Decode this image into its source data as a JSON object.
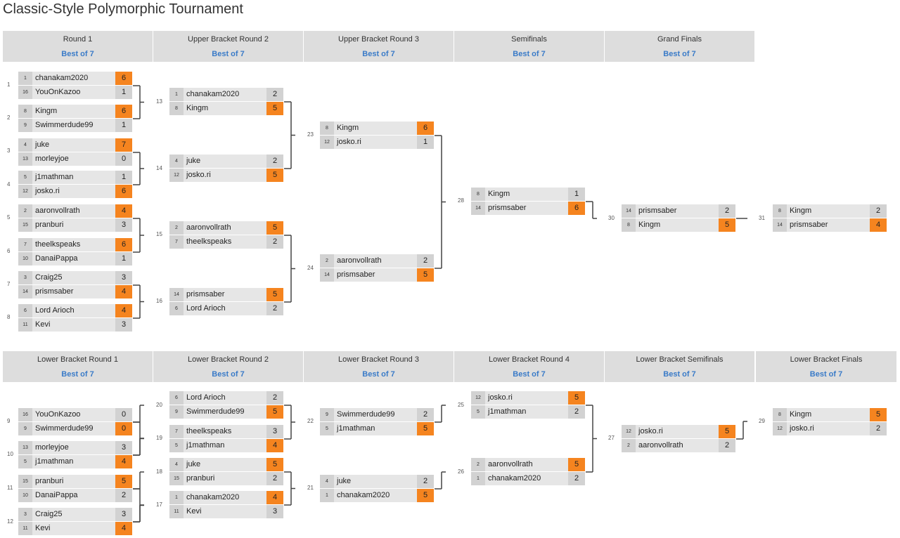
{
  "page": {
    "title": "Classic-Style Polymorphic Tournament",
    "best_of": "Best of 7",
    "win_color": "#f5841f",
    "header_bg": "#dddddd",
    "link_color": "#3a7bc8"
  },
  "upper_rounds": [
    "Round 1",
    "Upper Bracket Round 2",
    "Upper Bracket Round 3",
    "Semifinals",
    "Grand Finals"
  ],
  "lower_rounds": [
    "Lower Bracket Round 1",
    "Lower Bracket Round 2",
    "Lower Bracket Round 3",
    "Lower Bracket Round 4",
    "Lower Bracket Semifinals",
    "Lower Bracket Finals"
  ],
  "matches": [
    {
      "id": "1",
      "players": [
        {
          "seed": "1",
          "name": "chanakam2020",
          "score": "6",
          "win": true
        },
        {
          "seed": "16",
          "name": "YouOnKazoo",
          "score": "1",
          "win": false
        }
      ]
    },
    {
      "id": "2",
      "players": [
        {
          "seed": "8",
          "name": "Kingm",
          "score": "6",
          "win": true
        },
        {
          "seed": "9",
          "name": "Swimmerdude99",
          "score": "1",
          "win": false
        }
      ]
    },
    {
      "id": "3",
      "players": [
        {
          "seed": "4",
          "name": "juke",
          "score": "7",
          "win": true
        },
        {
          "seed": "13",
          "name": "morleyjoe",
          "score": "0",
          "win": false
        }
      ]
    },
    {
      "id": "4",
      "players": [
        {
          "seed": "5",
          "name": "j1mathman",
          "score": "1",
          "win": false
        },
        {
          "seed": "12",
          "name": "josko.ri",
          "score": "6",
          "win": true
        }
      ]
    },
    {
      "id": "5",
      "players": [
        {
          "seed": "2",
          "name": "aaronvollrath",
          "score": "4",
          "win": true
        },
        {
          "seed": "15",
          "name": "pranburi",
          "score": "3",
          "win": false
        }
      ]
    },
    {
      "id": "6",
      "players": [
        {
          "seed": "7",
          "name": "theelkspeaks",
          "score": "6",
          "win": true
        },
        {
          "seed": "10",
          "name": "DanaiPappa",
          "score": "1",
          "win": false
        }
      ]
    },
    {
      "id": "7",
      "players": [
        {
          "seed": "3",
          "name": "Craig25",
          "score": "3",
          "win": false
        },
        {
          "seed": "14",
          "name": "prismsaber",
          "score": "4",
          "win": true
        }
      ]
    },
    {
      "id": "8",
      "players": [
        {
          "seed": "6",
          "name": "Lord Arioch",
          "score": "4",
          "win": true
        },
        {
          "seed": "11",
          "name": "Kevi",
          "score": "3",
          "win": false
        }
      ]
    },
    {
      "id": "13",
      "players": [
        {
          "seed": "1",
          "name": "chanakam2020",
          "score": "2",
          "win": false
        },
        {
          "seed": "8",
          "name": "Kingm",
          "score": "5",
          "win": true
        }
      ]
    },
    {
      "id": "14",
      "players": [
        {
          "seed": "4",
          "name": "juke",
          "score": "2",
          "win": false
        },
        {
          "seed": "12",
          "name": "josko.ri",
          "score": "5",
          "win": true
        }
      ]
    },
    {
      "id": "15",
      "players": [
        {
          "seed": "2",
          "name": "aaronvollrath",
          "score": "5",
          "win": true
        },
        {
          "seed": "7",
          "name": "theelkspeaks",
          "score": "2",
          "win": false
        }
      ]
    },
    {
      "id": "16",
      "players": [
        {
          "seed": "14",
          "name": "prismsaber",
          "score": "5",
          "win": true
        },
        {
          "seed": "6",
          "name": "Lord Arioch",
          "score": "2",
          "win": false
        }
      ]
    },
    {
      "id": "23",
      "players": [
        {
          "seed": "8",
          "name": "Kingm",
          "score": "6",
          "win": true
        },
        {
          "seed": "12",
          "name": "josko.ri",
          "score": "1",
          "win": false
        }
      ]
    },
    {
      "id": "24",
      "players": [
        {
          "seed": "2",
          "name": "aaronvollrath",
          "score": "2",
          "win": false
        },
        {
          "seed": "14",
          "name": "prismsaber",
          "score": "5",
          "win": true
        }
      ]
    },
    {
      "id": "28",
      "players": [
        {
          "seed": "8",
          "name": "Kingm",
          "score": "1",
          "win": false
        },
        {
          "seed": "14",
          "name": "prismsaber",
          "score": "6",
          "win": true
        }
      ]
    },
    {
      "id": "30",
      "players": [
        {
          "seed": "14",
          "name": "prismsaber",
          "score": "2",
          "win": false
        },
        {
          "seed": "8",
          "name": "Kingm",
          "score": "5",
          "win": true
        }
      ]
    },
    {
      "id": "31",
      "players": [
        {
          "seed": "8",
          "name": "Kingm",
          "score": "2",
          "win": false
        },
        {
          "seed": "14",
          "name": "prismsaber",
          "score": "4",
          "win": true
        }
      ]
    },
    {
      "id": "9",
      "players": [
        {
          "seed": "16",
          "name": "YouOnKazoo",
          "score": "0",
          "win": false
        },
        {
          "seed": "9",
          "name": "Swimmerdude99",
          "score": "0",
          "win": true
        }
      ]
    },
    {
      "id": "10",
      "players": [
        {
          "seed": "13",
          "name": "morleyjoe",
          "score": "3",
          "win": false
        },
        {
          "seed": "5",
          "name": "j1mathman",
          "score": "4",
          "win": true
        }
      ]
    },
    {
      "id": "11",
      "players": [
        {
          "seed": "15",
          "name": "pranburi",
          "score": "5",
          "win": true
        },
        {
          "seed": "10",
          "name": "DanaiPappa",
          "score": "2",
          "win": false
        }
      ]
    },
    {
      "id": "12",
      "players": [
        {
          "seed": "3",
          "name": "Craig25",
          "score": "3",
          "win": false
        },
        {
          "seed": "11",
          "name": "Kevi",
          "score": "4",
          "win": true
        }
      ]
    },
    {
      "id": "20",
      "players": [
        {
          "seed": "6",
          "name": "Lord Arioch",
          "score": "2",
          "win": false
        },
        {
          "seed": "9",
          "name": "Swimmerdude99",
          "score": "5",
          "win": true
        }
      ]
    },
    {
      "id": "19",
      "players": [
        {
          "seed": "7",
          "name": "theelkspeaks",
          "score": "3",
          "win": false
        },
        {
          "seed": "5",
          "name": "j1mathman",
          "score": "4",
          "win": true
        }
      ]
    },
    {
      "id": "18",
      "players": [
        {
          "seed": "4",
          "name": "juke",
          "score": "5",
          "win": true
        },
        {
          "seed": "15",
          "name": "pranburi",
          "score": "2",
          "win": false
        }
      ]
    },
    {
      "id": "17",
      "players": [
        {
          "seed": "1",
          "name": "chanakam2020",
          "score": "4",
          "win": true
        },
        {
          "seed": "11",
          "name": "Kevi",
          "score": "3",
          "win": false
        }
      ]
    },
    {
      "id": "22",
      "players": [
        {
          "seed": "9",
          "name": "Swimmerdude99",
          "score": "2",
          "win": false
        },
        {
          "seed": "5",
          "name": "j1mathman",
          "score": "5",
          "win": true
        }
      ]
    },
    {
      "id": "21",
      "players": [
        {
          "seed": "4",
          "name": "juke",
          "score": "2",
          "win": false
        },
        {
          "seed": "1",
          "name": "chanakam2020",
          "score": "5",
          "win": true
        }
      ]
    },
    {
      "id": "25",
      "players": [
        {
          "seed": "12",
          "name": "josko.ri",
          "score": "5",
          "win": true
        },
        {
          "seed": "5",
          "name": "j1mathman",
          "score": "2",
          "win": false
        }
      ]
    },
    {
      "id": "26",
      "players": [
        {
          "seed": "2",
          "name": "aaronvollrath",
          "score": "5",
          "win": true
        },
        {
          "seed": "1",
          "name": "chanakam2020",
          "score": "2",
          "win": false
        }
      ]
    },
    {
      "id": "27",
      "players": [
        {
          "seed": "12",
          "name": "josko.ri",
          "score": "5",
          "win": true
        },
        {
          "seed": "2",
          "name": "aaronvollrath",
          "score": "2",
          "win": false
        }
      ]
    },
    {
      "id": "29",
      "players": [
        {
          "seed": "8",
          "name": "Kingm",
          "score": "5",
          "win": true
        },
        {
          "seed": "12",
          "name": "josko.ri",
          "score": "2",
          "win": false
        }
      ]
    }
  ]
}
